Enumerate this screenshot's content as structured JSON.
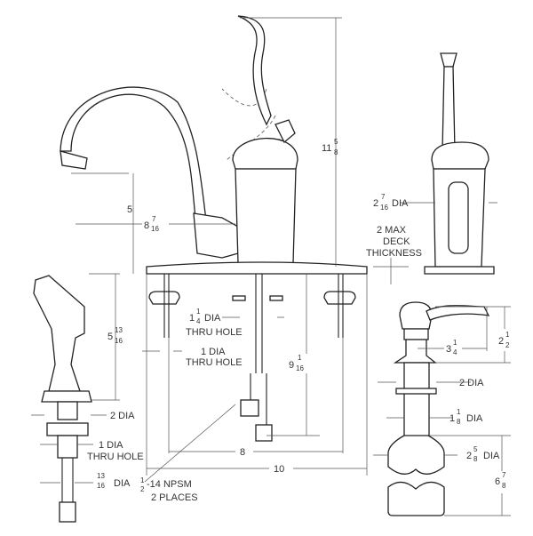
{
  "title": "Faucet, side spray and soap dispenser dimension drawing",
  "faucet": {
    "height": {
      "whole": "11",
      "num": "5",
      "den": "8"
    },
    "spout_height": {
      "whole": "5"
    },
    "spout_reach": {
      "whole": "8",
      "num": "7",
      "den": "16"
    },
    "body_dia": {
      "whole": "2",
      "num": "7",
      "den": "16",
      "unit": "DIA"
    },
    "deck": {
      "line1": "2 MAX",
      "line2": "DECK",
      "line3": "THICKNESS"
    },
    "center_hole": {
      "whole": "1",
      "num": "1",
      "den": "4",
      "unit": "DIA",
      "line2": "THRU HOLE"
    },
    "side_hole": {
      "text": "1 DIA",
      "line2": "THRU HOLE"
    },
    "below_deck": {
      "whole": "9",
      "num": "1",
      "den": "16"
    },
    "hole_spacing": {
      "whole": "8"
    },
    "plate_width": {
      "whole": "10"
    },
    "connection": {
      "num": "1",
      "den": "2",
      "text": "-14 NPSM",
      "line2": "2 PLACES"
    }
  },
  "spray": {
    "height": {
      "whole": "5",
      "num": "13",
      "den": "16"
    },
    "base_dia": {
      "text": "2 DIA"
    },
    "hole": {
      "text": "1 DIA",
      "line2": "THRU HOLE"
    },
    "hose_dia": {
      "num": "13",
      "den": "16",
      "unit": "DIA"
    }
  },
  "soap": {
    "reach": {
      "whole": "3",
      "num": "1",
      "den": "4"
    },
    "height": {
      "whole": "2",
      "num": "1",
      "den": "2"
    },
    "base_dia": {
      "text": "2 DIA"
    },
    "shank_dia": {
      "whole": "1",
      "num": "1",
      "den": "8",
      "unit": "DIA"
    },
    "bottle_dia": {
      "whole": "2",
      "num": "5",
      "den": "8",
      "unit": "DIA"
    },
    "bottle_height": {
      "whole": "6",
      "num": "7",
      "den": "8"
    }
  }
}
